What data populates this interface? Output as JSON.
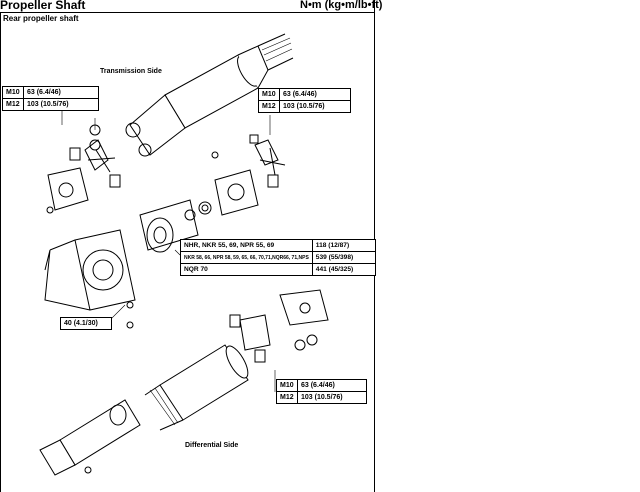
{
  "header": {
    "title": "Propeller Shaft",
    "units": "N•m (kg•m/lb•ft)",
    "subtitle": "Rear propeller shaft"
  },
  "labels": {
    "transmission_side": "Transmission Side",
    "differential_side": "Differential Side",
    "bearing_bolt_torque": "40 (4.1/30)"
  },
  "torque_tables": {
    "left_top": [
      {
        "size": "M10",
        "torque": "63 (6.4/46)"
      },
      {
        "size": "M12",
        "torque": "103 (10.5/76)"
      }
    ],
    "right_top": [
      {
        "size": "M10",
        "torque": "63 (6.4/46)"
      },
      {
        "size": "M12",
        "torque": "103 (10.5/76)"
      }
    ],
    "bottom": [
      {
        "size": "M10",
        "torque": "63 (6.4/46)"
      },
      {
        "size": "M12",
        "torque": "103 (10.5/76)"
      }
    ],
    "nut_by_model": [
      {
        "model": "NHR, NKR 55, 69, NPR 55, 69",
        "torque": "118  (12/87)"
      },
      {
        "model": "NKR 58, 66, NPR 58, 59, 65, 66, 70,71,NQR66, 71,NPS",
        "torque": "539 (55/398)"
      },
      {
        "model": "NQR 70",
        "torque": "441 (45/325)"
      }
    ]
  }
}
